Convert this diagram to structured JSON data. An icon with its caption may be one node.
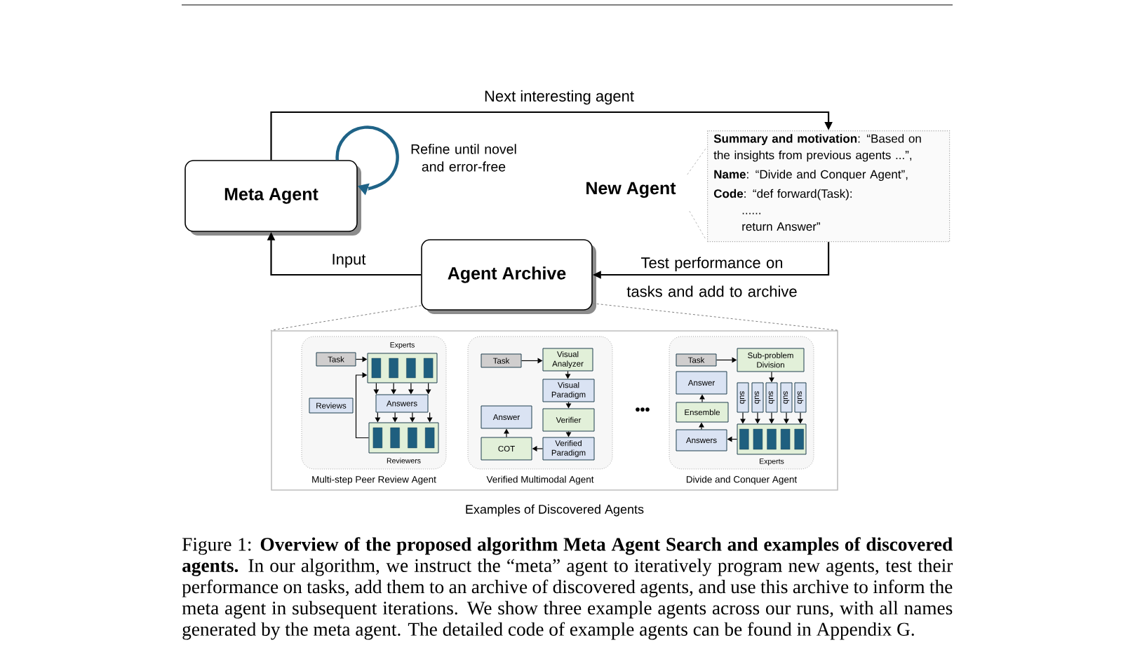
{
  "diagram": {
    "caption": "Figure 1: **Overview of the proposed algorithm Meta Agent Search and examples of discovered agents.** In our algorithm, we instruct the “meta” agent to iteratively program new agents, test their performance on tasks, add them to an archive of discovered agents, and use this archive to inform the meta agent in subsequent iterations. We show three example agents across our runs, with all names generated by the meta agent. The detailed code of example agents can be found in Appendix G.",
    "nodes": [
      {
        "text": [
          "Meta Agent"
        ]
      },
      {
        "text": [
          "Agent Archive"
        ]
      },
      {
        "text": [
          "New Agent"
        ]
      },
      {
        "text": [
          "**Summary and motivation**: “Based on the insights from previous agents ...”,",
          "**Name**: “Divide and Conquer Agent”,",
          "**Code**: “def forward(Task):",
          "......",
          "return Answer”"
        ]
      },
      {
        "text": [
          "Examples of Discovered Agents"
        ]
      },
      {
        "text": [
          "Multi-step Peer Review Agent"
        ],
        "in": 4
      },
      {
        "text": [
          "Task"
        ],
        "in": 5
      },
      {
        "text": [
          "Experts"
        ],
        "in": 5
      },
      {
        "text": [
          "Reviews"
        ],
        "in": 5
      },
      {
        "text": [
          "Answers"
        ],
        "in": 5
      },
      {
        "text": [
          "Reviewers"
        ],
        "in": 5
      },
      {
        "text": [
          "Verified Multimodal Agent"
        ],
        "in": 4
      },
      {
        "text": [
          "Task"
        ],
        "in": 11
      },
      {
        "text": [
          "Visual Analyzer"
        ],
        "in": 11
      },
      {
        "text": [
          "Visual Paradigm"
        ],
        "in": 11
      },
      {
        "text": [
          "Answer"
        ],
        "in": 11
      },
      {
        "text": [
          "Verifier"
        ],
        "in": 11
      },
      {
        "text": [
          "COT"
        ],
        "in": 11
      },
      {
        "text": [
          "Verified Paradigm"
        ],
        "in": 11
      },
      {
        "text": [
          "Divide and Conquer Agent"
        ],
        "in": 4
      },
      {
        "text": [
          "Task"
        ],
        "in": 19
      },
      {
        "text": [
          "Sub-problem Division"
        ],
        "in": 19
      },
      {
        "text": [
          "Answer"
        ],
        "in": 19
      },
      {
        "text": [
          "sub"
        ],
        "in": 19
      },
      {
        "text": [
          "sub"
        ],
        "in": 19
      },
      {
        "text": [
          "sub"
        ],
        "in": 19
      },
      {
        "text": [
          "sub"
        ],
        "in": 19
      },
      {
        "text": [
          "sub"
        ],
        "in": 19
      },
      {
        "text": [
          "Ensemble"
        ],
        "in": 19
      },
      {
        "text": [
          "Answers"
        ],
        "in": 19
      },
      {
        "text": [
          "Experts"
        ],
        "in": 19
      }
    ],
    "edges": [
      {
        "from": 0,
        "to": 3,
        "arrow": "to",
        "label": "Next interesting agent"
      },
      {
        "from": 3,
        "to": 1,
        "arrow": "to",
        "label": "Test performance on tasks and add to archive"
      },
      {
        "from": 1,
        "to": 0,
        "arrow": "to",
        "label": "Input"
      },
      {
        "from": 0,
        "to": 0,
        "arrow": "to",
        "label": "Refine until novel and error-free",
        "style": "thick",
        "color": "#1f6387"
      },
      {
        "from": 6,
        "to": 7,
        "arrow": "to"
      },
      {
        "from": 7,
        "to": 9,
        "arrow": "to"
      },
      {
        "from": 7,
        "to": 9,
        "arrow": "to"
      },
      {
        "from": 7,
        "to": 9,
        "arrow": "to"
      },
      {
        "from": 7,
        "to": 9,
        "arrow": "to"
      },
      {
        "from": 9,
        "to": 10,
        "arrow": "to"
      },
      {
        "from": 9,
        "to": 10,
        "arrow": "to"
      },
      {
        "from": 9,
        "to": 10,
        "arrow": "to"
      },
      {
        "from": 9,
        "to": 10,
        "arrow": "to"
      },
      {
        "from": 10,
        "to": 7,
        "arrow": "to"
      },
      {
        "from": 12,
        "to": 13,
        "arrow": "to"
      },
      {
        "from": 13,
        "to": 14,
        "arrow": "to"
      },
      {
        "from": 14,
        "to": 16,
        "arrow": "to"
      },
      {
        "from": 16,
        "to": 18,
        "arrow": "to"
      },
      {
        "from": 18,
        "to": 17,
        "arrow": "to"
      },
      {
        "from": 17,
        "to": 15,
        "arrow": "to"
      },
      {
        "from": 20,
        "to": 21,
        "arrow": "to"
      },
      {
        "from": 21,
        "to": 25,
        "arrow": "to"
      },
      {
        "from": 23,
        "to": 30,
        "arrow": "to"
      },
      {
        "from": 24,
        "to": 30,
        "arrow": "to"
      },
      {
        "from": 25,
        "to": 30,
        "arrow": "to"
      },
      {
        "from": 26,
        "to": 30,
        "arrow": "to"
      },
      {
        "from": 27,
        "to": 30,
        "arrow": "to"
      },
      {
        "from": 30,
        "to": 29,
        "arrow": "to"
      },
      {
        "from": 29,
        "to": 28,
        "arrow": "to"
      },
      {
        "from": 28,
        "to": 22,
        "arrow": "to"
      },
      {
        "from": 1,
        "to": 4,
        "arrow": "none",
        "style": "dashed",
        "color": "#808080"
      },
      {
        "from": 1,
        "to": 4,
        "arrow": "none",
        "style": "dashed",
        "color": "#808080"
      },
      {
        "from": 2,
        "to": 3,
        "arrow": "none",
        "style": "dashed",
        "color": "#bbbbbb"
      },
      {
        "from": 2,
        "to": 3,
        "arrow": "none",
        "style": "dashed",
        "color": "#bbbbbb"
      }
    ],
    "labels": [
      "•••"
    ]
  }
}
